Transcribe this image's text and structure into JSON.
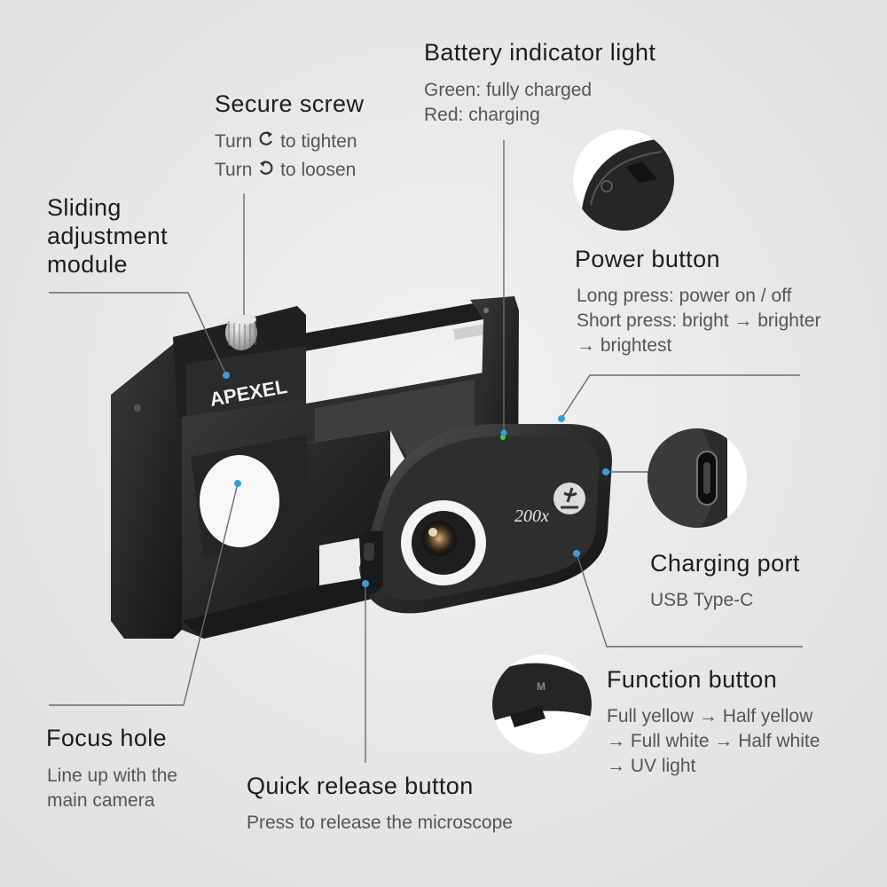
{
  "secure_screw": {
    "title": "Secure screw",
    "line1_pre": "Turn",
    "line1_post": "to tighten",
    "line2_pre": "Turn",
    "line2_post": "to loosen",
    "tighten_icon": "rotate-clockwise-icon",
    "loosen_icon": "rotate-counterclockwise-icon"
  },
  "battery": {
    "title": "Battery indicator light",
    "lines": [
      "Green: fully charged",
      "Red: charging"
    ]
  },
  "sliding": {
    "title_lines": [
      "Sliding",
      "adjustment",
      "module"
    ]
  },
  "power": {
    "title": "Power button",
    "lines": [
      "Long press: power on / off",
      "Short press: bright → brighter",
      "→ brightest"
    ]
  },
  "charging": {
    "title": "Charging port",
    "lines": [
      "USB Type-C"
    ]
  },
  "function": {
    "title": "Function button",
    "lines": [
      "Full yellow → Half yellow",
      "→ Full white → Half white",
      "→ UV light"
    ]
  },
  "focus": {
    "title": "Focus hole",
    "lines": [
      "Line up with the",
      "main camera"
    ]
  },
  "quick_release": {
    "title": "Quick release button",
    "lines": [
      "Press to release the microscope"
    ]
  },
  "product": {
    "brand": "APEXEL",
    "magnification": "200x"
  },
  "colors": {
    "accent_dot": "#3d9bdc",
    "leader_line": "#6b6b6b",
    "indicator_green": "#3fd14a"
  }
}
